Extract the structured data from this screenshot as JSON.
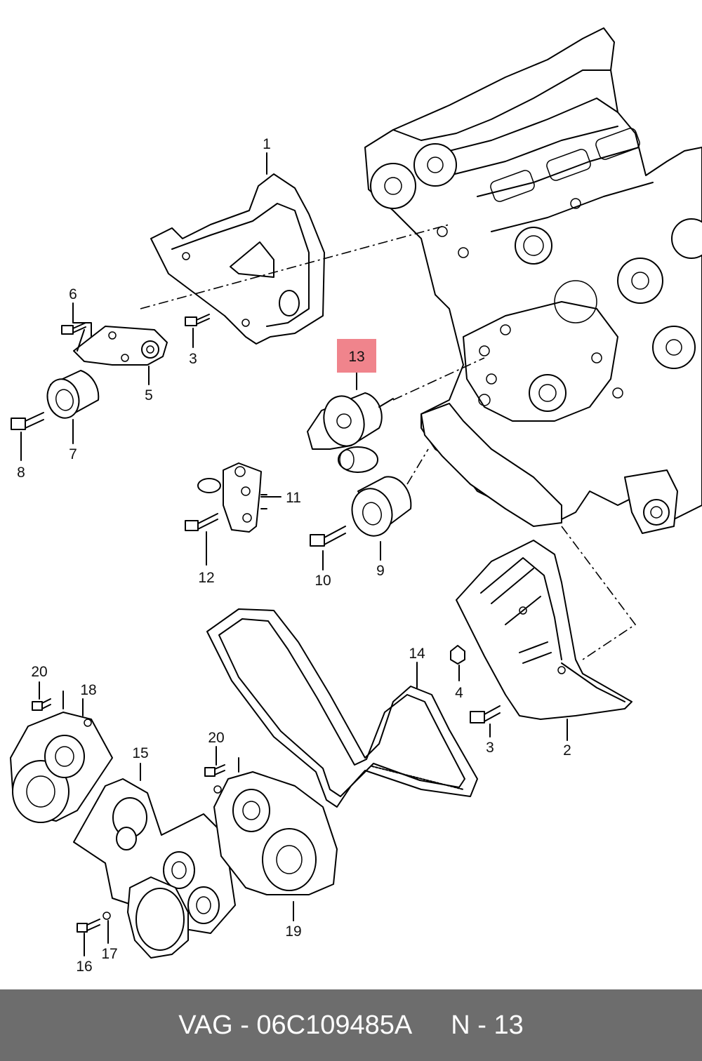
{
  "diagram": {
    "labels": [
      {
        "id": "1",
        "text": "1"
      },
      {
        "id": "2",
        "text": "2"
      },
      {
        "id": "3a",
        "text": "3"
      },
      {
        "id": "3b",
        "text": "3"
      },
      {
        "id": "4",
        "text": "4"
      },
      {
        "id": "5",
        "text": "5"
      },
      {
        "id": "6",
        "text": "6"
      },
      {
        "id": "7",
        "text": "7"
      },
      {
        "id": "8",
        "text": "8"
      },
      {
        "id": "9",
        "text": "9"
      },
      {
        "id": "10",
        "text": "10"
      },
      {
        "id": "11",
        "text": "11"
      },
      {
        "id": "12",
        "text": "12"
      },
      {
        "id": "13",
        "text": "13"
      },
      {
        "id": "14",
        "text": "14"
      },
      {
        "id": "15",
        "text": "15"
      },
      {
        "id": "16",
        "text": "16"
      },
      {
        "id": "17",
        "text": "17"
      },
      {
        "id": "18",
        "text": "18"
      },
      {
        "id": "19",
        "text": "19"
      },
      {
        "id": "20a",
        "text": "20"
      },
      {
        "id": "20b",
        "text": "20"
      }
    ],
    "highlight_color": "#f0848c"
  },
  "footer": {
    "part_number": "VAG - 06C109485A",
    "position": "N - 13",
    "background": "#6d6d6d"
  }
}
